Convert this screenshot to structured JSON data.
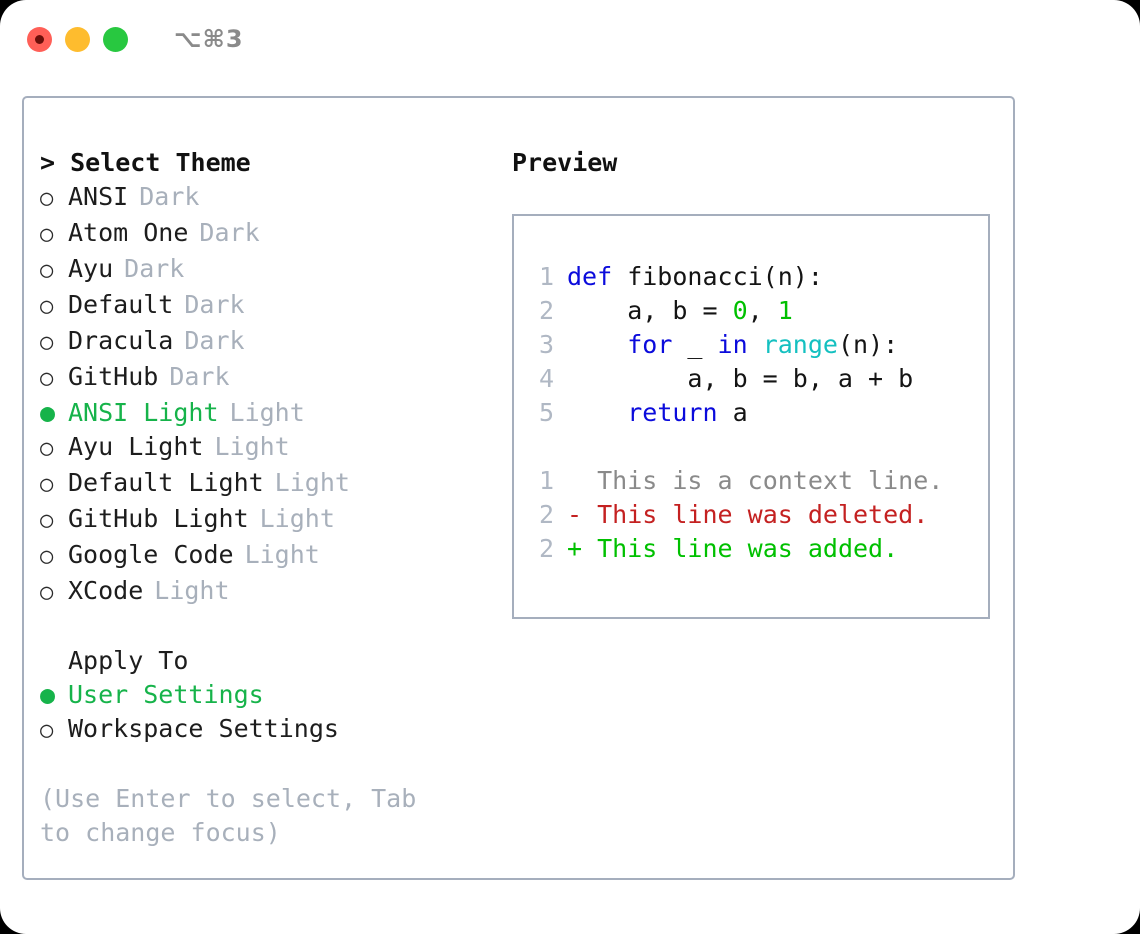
{
  "window": {
    "traffic_lights": [
      "close-button",
      "minimize-button",
      "maximize-button"
    ],
    "shortcut": "⌥⌘3"
  },
  "theme_picker": {
    "title": "> Select Theme",
    "themes": [
      {
        "bullet": "○",
        "label": "ANSI",
        "badge": "Dark",
        "selected": false
      },
      {
        "bullet": "○",
        "label": "Atom One",
        "badge": "Dark",
        "selected": false
      },
      {
        "bullet": "○",
        "label": "Ayu",
        "badge": "Dark",
        "selected": false
      },
      {
        "bullet": "○",
        "label": "Default",
        "badge": "Dark",
        "selected": false
      },
      {
        "bullet": "○",
        "label": "Dracula",
        "badge": "Dark",
        "selected": false
      },
      {
        "bullet": "○",
        "label": "GitHub",
        "badge": "Dark",
        "selected": false
      },
      {
        "bullet": "●",
        "label": "ANSI Light",
        "badge": "Light",
        "selected": true
      },
      {
        "bullet": "○",
        "label": "Ayu Light",
        "badge": "Light",
        "selected": false
      },
      {
        "bullet": "○",
        "label": "Default Light",
        "badge": "Light",
        "selected": false
      },
      {
        "bullet": "○",
        "label": "GitHub Light",
        "badge": "Light",
        "selected": false
      },
      {
        "bullet": "○",
        "label": "Google Code",
        "badge": "Light",
        "selected": false
      },
      {
        "bullet": "○",
        "label": "XCode",
        "badge": "Light",
        "selected": false
      }
    ]
  },
  "apply_to": {
    "heading": "Apply To",
    "options": [
      {
        "bullet": "●",
        "label": "User Settings",
        "selected": true
      },
      {
        "bullet": "○",
        "label": "Workspace Settings",
        "selected": false
      }
    ]
  },
  "hint": "(Use Enter to select, Tab to change focus)",
  "preview": {
    "title": "Preview",
    "code_lines": [
      {
        "number": "1",
        "tokens": [
          {
            "text": "def",
            "type": "kw"
          },
          {
            "text": " fibonacci(n):",
            "type": "plain"
          }
        ]
      },
      {
        "number": "2",
        "tokens": [
          {
            "text": "    a, b = ",
            "type": "plain"
          },
          {
            "text": "0",
            "type": "num"
          },
          {
            "text": ", ",
            "type": "plain"
          },
          {
            "text": "1",
            "type": "num"
          }
        ]
      },
      {
        "number": "3",
        "tokens": [
          {
            "text": "    ",
            "type": "plain"
          },
          {
            "text": "for",
            "type": "kw"
          },
          {
            "text": " _ ",
            "type": "plain"
          },
          {
            "text": "in",
            "type": "kw"
          },
          {
            "text": " ",
            "type": "plain"
          },
          {
            "text": "range",
            "type": "fn"
          },
          {
            "text": "(n):",
            "type": "plain"
          }
        ]
      },
      {
        "number": "4",
        "tokens": [
          {
            "text": "        a, b = b, a + b",
            "type": "plain"
          }
        ]
      },
      {
        "number": "5",
        "tokens": [
          {
            "text": "    ",
            "type": "plain"
          },
          {
            "text": "return",
            "type": "kw"
          },
          {
            "text": " a",
            "type": "plain"
          }
        ]
      }
    ],
    "diff_lines": [
      {
        "number": "1",
        "marker": " ",
        "text": "This is a context line.",
        "type": "ctx"
      },
      {
        "number": "2",
        "marker": "-",
        "text": "This line was deleted.",
        "type": "del"
      },
      {
        "number": "2",
        "marker": "+",
        "text": "This line was added.",
        "type": "add"
      }
    ]
  },
  "colors": {
    "accent_green": "#16b34a",
    "muted": "#a8b0bb",
    "border": "#a5aebd",
    "keyword": "#0b0bdc",
    "function": "#14c0c0",
    "number": "#00c000",
    "diff_add": "#00c000",
    "diff_del": "#c42121",
    "diff_ctx": "#8a8a8a",
    "light_red": "#ff5f57",
    "light_yellow": "#febc2e",
    "light_green": "#28c840"
  }
}
